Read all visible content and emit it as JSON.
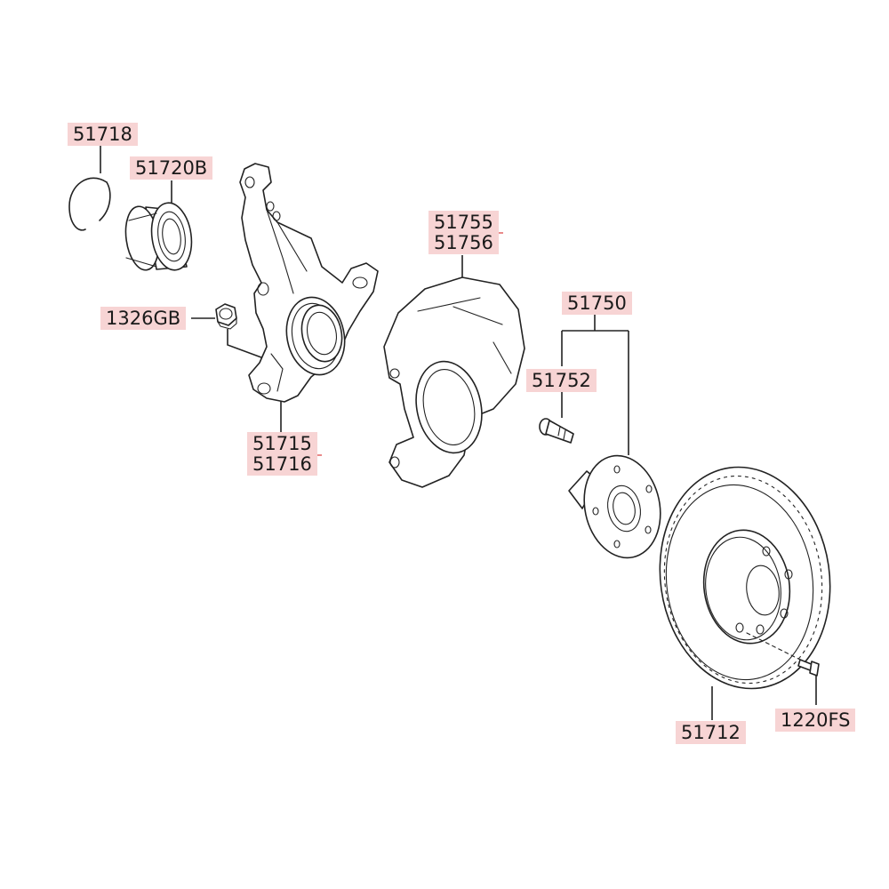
{
  "diagram": {
    "labels": {
      "snap_ring": "51718",
      "bearing": "51720B",
      "nut": "1326GB",
      "knuckle_lh": "51715",
      "knuckle_rh": "51716",
      "dust_cover_lh": "51755",
      "dust_cover_rh": "51756",
      "hub_assy": "51750",
      "hub_bolt": "51752",
      "brake_disc": "51712",
      "disc_screw": "1220FS"
    }
  }
}
